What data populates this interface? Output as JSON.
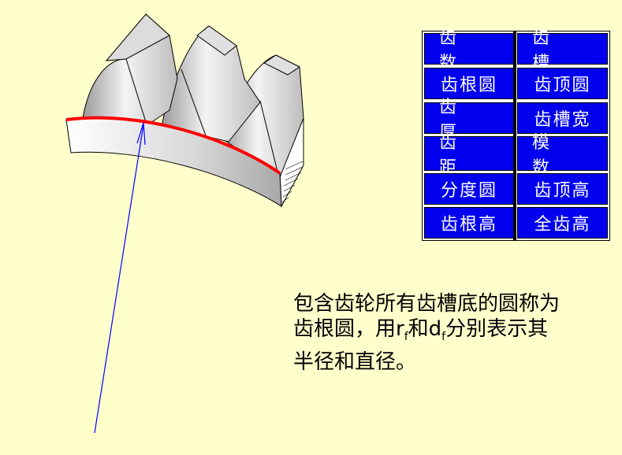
{
  "terms": [
    [
      "齿　数",
      "齿　槽"
    ],
    [
      "齿根圆",
      "齿顶圆"
    ],
    [
      "齿　厚",
      "齿槽宽"
    ],
    [
      "齿　距",
      "模　数"
    ],
    [
      "分度圆",
      "齿顶高"
    ],
    [
      "齿根高",
      "全齿高"
    ]
  ],
  "description": {
    "line1": "包含齿轮所有齿槽底的圆称为",
    "line2_prefix": "齿根圆，用r",
    "line2_sub1": "f",
    "line2_mid": "和d",
    "line2_sub2": "f",
    "line2_suffix": "分别表示其",
    "line3": "半径和直径。"
  },
  "colors": {
    "background": "#FFFFCC",
    "cell_fill": "#0000EE",
    "root_circle": "#FF0000",
    "pointer_line": "#0000FF"
  }
}
